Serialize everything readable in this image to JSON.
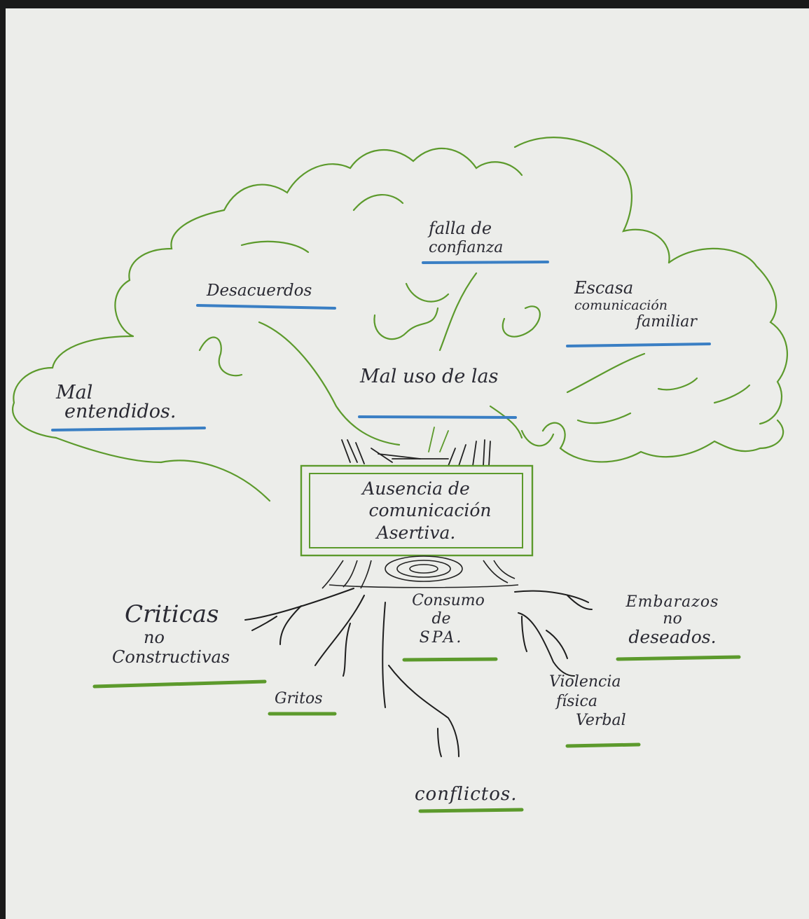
{
  "canopy_labels": {
    "falla_line1": "falla de",
    "falla_line2": "confianza",
    "desacuerdos": "Desacuerdos",
    "escasa_line1": "Escasa",
    "escasa_line2": "comunicación",
    "escasa_line3": "familiar",
    "mal_entendidos_line1": "Mal",
    "mal_entendidos_line2": "entendidos.",
    "mal_uso": "Mal uso de las"
  },
  "trunk": {
    "line1": "Ausencia de",
    "line2": "comunicación",
    "line3": "Asertiva."
  },
  "root_labels": {
    "criticas_line1": "Criticas",
    "criticas_line2": "no",
    "criticas_line3": "Constructivas",
    "gritos": "Gritos",
    "consumo_line1": "Consumo",
    "consumo_line2": "de",
    "consumo_line3": "SPA.",
    "embarazos_line1": "Embarazos",
    "embarazos_line2": "no",
    "embarazos_line3": "deseados.",
    "violencia_line1": "Violencia",
    "violencia_line2": "física",
    "violencia_line3": "Verbal",
    "conflictos": "conflictos."
  },
  "colors": {
    "paper": "#ecedea",
    "green": "#5c9a2c",
    "blue": "#3a7fc4",
    "ink": "#2a2a33"
  }
}
